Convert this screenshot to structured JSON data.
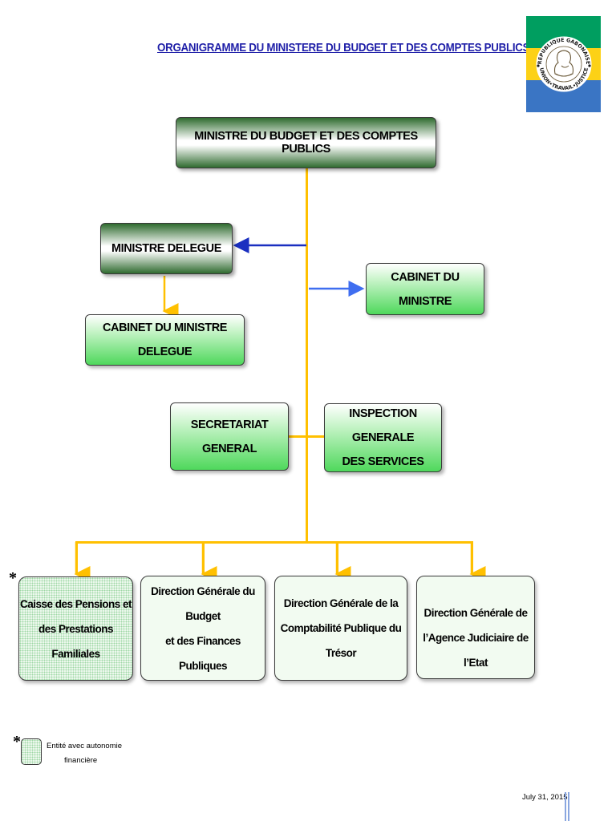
{
  "title": "ORGANIGRAMME DU MINISTERE DU BUDGET ET DES COMPTES PUBLICS",
  "colors": {
    "title_blue": "#1f1fa8",
    "connector_yellow": "#ffc000",
    "arrow_blue": "#1a2fc0",
    "box_green": "#4fd85c"
  },
  "nodes": {
    "ministre": "MINISTRE DU BUDGET ET DES COMPTES PUBLICS",
    "ministre_delegue": "MINISTRE DELEGUE",
    "cabinet_ministre": "CABINET DU MINISTRE",
    "cabinet_delegue": "CABINET DU MINISTRE DELEGUE",
    "secretariat": "SECRETARIAT GENERAL",
    "inspection": [
      "INSPECTION GENERALE",
      "DES SERVICES"
    ],
    "caisse": [
      "Caisse des Pensions et",
      "des Prestations Familiales"
    ],
    "dgbfp": [
      "Direction Générale du Budget",
      "et des Finances Publiques"
    ],
    "dgcpt": [
      "Direction Générale de la",
      "Comptabilité Publique du Trésor"
    ],
    "dgaje": [
      "Direction Générale de",
      "l’Agence Judiciaire de l’Etat"
    ]
  },
  "markers": {
    "asterisk": "*"
  },
  "legend": {
    "line1": "Entité avec autonomie",
    "line2": "financière"
  },
  "emblem": {
    "top_text": "REPUBLIQUE GABONAISE",
    "bottom_text": "UNION•TRAVAIL•JUSTICE",
    "icon": "national-seal-icon",
    "flag_colors": [
      "#009e60",
      "#fcd116",
      "#3a75c4"
    ]
  },
  "footer": {
    "date": "July 31, 2015"
  }
}
